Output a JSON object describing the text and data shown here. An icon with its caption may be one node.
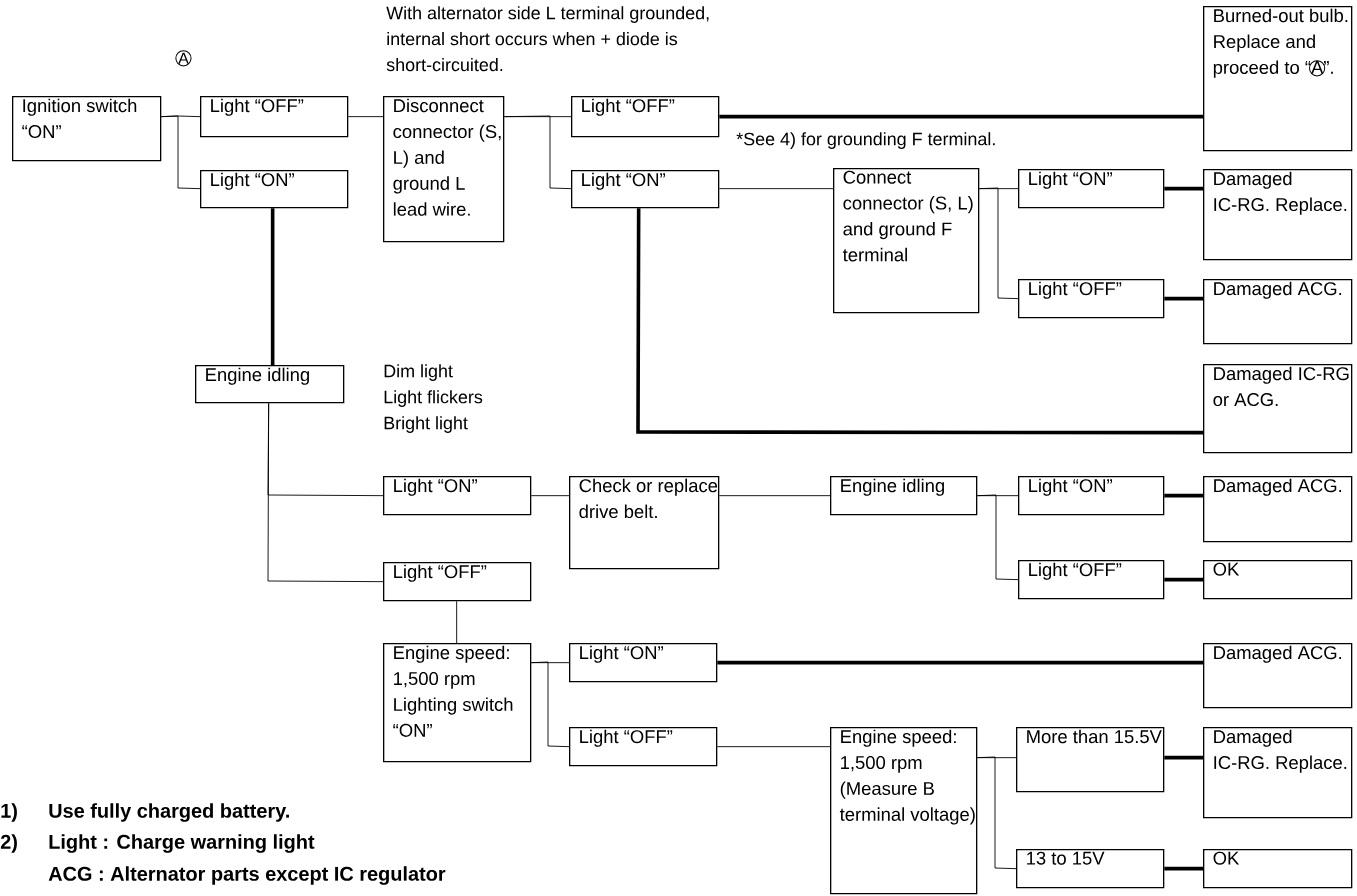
{
  "diagram": {
    "nodes": [
      {
        "text": [
          "Ignition switch “ON”"
        ]
      },
      {
        "text": [
          "Light “OFF”"
        ]
      },
      {
        "text": [
          "Light “ON”"
        ]
      },
      {
        "text": [
          "Disconnect connector (S, L) and ground L lead wire."
        ]
      },
      {
        "text": [
          "Light “OFF”"
        ]
      },
      {
        "text": [
          "Light “ON”"
        ]
      },
      {
        "text": [
          "Burned-out bulb. Replace and proceed to “A”."
        ]
      },
      {
        "text": [
          "Connect connector (S, L) and ground F terminal"
        ]
      },
      {
        "text": [
          "Light “ON”"
        ]
      },
      {
        "text": [
          "Damaged IC-RG. Replace."
        ]
      },
      {
        "text": [
          "Light “OFF”"
        ]
      },
      {
        "text": [
          "Damaged ACG."
        ]
      },
      {
        "text": [
          "Damaged IC-RG or ACG."
        ]
      },
      {
        "text": [
          "Engine idling"
        ]
      },
      {
        "text": [
          "Light “ON”"
        ]
      },
      {
        "text": [
          "Check or replace drive belt."
        ]
      },
      {
        "text": [
          "Engine idling"
        ]
      },
      {
        "text": [
          "Light “ON”"
        ]
      },
      {
        "text": [
          "Damaged ACG."
        ]
      },
      {
        "text": [
          "Light “OFF”"
        ]
      },
      {
        "text": [
          "OK"
        ]
      },
      {
        "text": [
          "Light “OFF”"
        ]
      },
      {
        "text": [
          "Engine speed: 1,500 rpm Lighting switch “ON”"
        ]
      },
      {
        "text": [
          "Light “ON”"
        ]
      },
      {
        "text": [
          "Damaged ACG."
        ]
      },
      {
        "text": [
          "Light “OFF”"
        ]
      },
      {
        "text": [
          "Engine speed: 1,500 rpm (Measure B terminal voltage)"
        ]
      },
      {
        "text": [
          "More than 15.5V"
        ]
      },
      {
        "text": [
          "Damaged IC-RG. Replace."
        ]
      },
      {
        "text": [
          "13 to 15V"
        ]
      },
      {
        "text": [
          "OK"
        ]
      }
    ],
    "edges": [
      {
        "from": 0,
        "to": 1,
        "arrow": "none"
      },
      {
        "from": 0,
        "to": 2,
        "arrow": "none"
      },
      {
        "from": 1,
        "to": 3,
        "arrow": "none"
      },
      {
        "from": 3,
        "to": 4,
        "arrow": "none"
      },
      {
        "from": 3,
        "to": 5,
        "arrow": "none"
      },
      {
        "from": 4,
        "to": 6,
        "arrow": "none",
        "style": "thick"
      },
      {
        "from": 5,
        "to": 7,
        "arrow": "none"
      },
      {
        "from": 5,
        "to": 12,
        "arrow": "none",
        "style": "thick"
      },
      {
        "from": 7,
        "to": 8,
        "arrow": "none"
      },
      {
        "from": 7,
        "to": 10,
        "arrow": "none"
      },
      {
        "from": 8,
        "to": 9,
        "arrow": "none",
        "style": "thick"
      },
      {
        "from": 10,
        "to": 11,
        "arrow": "none",
        "style": "thick"
      },
      {
        "from": 2,
        "to": 13,
        "arrow": "none",
        "style": "thick"
      },
      {
        "from": 13,
        "to": 14,
        "arrow": "none"
      },
      {
        "from": 13,
        "to": 21,
        "arrow": "none"
      },
      {
        "from": 14,
        "to": 15,
        "arrow": "none"
      },
      {
        "from": 15,
        "to": 16,
        "arrow": "none"
      },
      {
        "from": 16,
        "to": 17,
        "arrow": "none"
      },
      {
        "from": 16,
        "to": 19,
        "arrow": "none"
      },
      {
        "from": 17,
        "to": 18,
        "arrow": "none",
        "style": "thick"
      },
      {
        "from": 19,
        "to": 20,
        "arrow": "none",
        "style": "thick"
      },
      {
        "from": 21,
        "to": 22,
        "arrow": "none"
      },
      {
        "from": 22,
        "to": 23,
        "arrow": "none"
      },
      {
        "from": 22,
        "to": 25,
        "arrow": "none"
      },
      {
        "from": 23,
        "to": 24,
        "arrow": "none",
        "style": "thick"
      },
      {
        "from": 25,
        "to": 26,
        "arrow": "none"
      },
      {
        "from": 26,
        "to": 27,
        "arrow": "none"
      },
      {
        "from": 26,
        "to": 29,
        "arrow": "none"
      },
      {
        "from": 27,
        "to": 28,
        "arrow": "none",
        "style": "thick"
      },
      {
        "from": 29,
        "to": 30,
        "arrow": "none",
        "style": "thick"
      }
    ],
    "labels": [
      "A",
      "With alternator side L terminal grounded, internal short occurs when + diode is short-circuited.",
      "*See 4) for grounding F terminal.",
      "Dim light",
      "Light flickers",
      "Bright light",
      "1)",
      "Use fully charged battery.",
      "2)",
      "Light : Charge warning light",
      "ACG : Alternator parts except IC regulator"
    ]
  }
}
